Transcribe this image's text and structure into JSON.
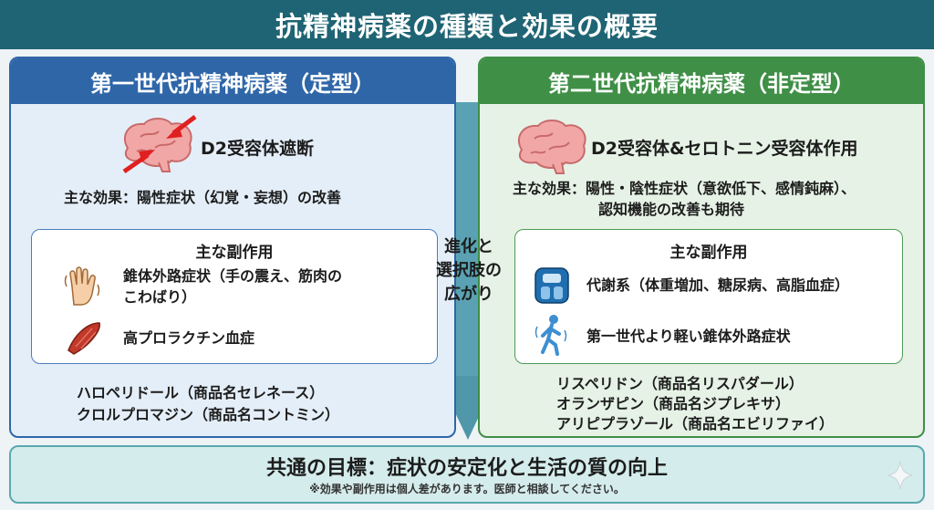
{
  "header": {
    "title": "抗精神病薬の種類と効果の概要"
  },
  "first_gen": {
    "title": "第一世代抗精神病薬（定型）",
    "mechanism": "D2受容体遮断",
    "main_effect": "主な効果：陽性症状（幻覚・妄想）の改善",
    "side_effects_title": "主な副作用",
    "side_effects": [
      "錐体外路症状（手の震え、筋肉の",
      "こわばり）",
      "高プロラクチン血症"
    ],
    "drugs": [
      "ハロペリドール（商品名セレネース）",
      "クロルプロマジン（商品名コントミン）"
    ]
  },
  "second_gen": {
    "title": "第二世代抗精神病薬（非定型）",
    "mechanism": "D2受容体&セロトニン受容体作用",
    "main_effect": [
      "主な効果：陽性・陰性症状（意欲低下、感情鈍麻）、",
      "認知機能の改善も期待"
    ],
    "side_effects_title": "主な副作用",
    "side_effects": [
      "代謝系（体重増加、糖尿病、高脂血症）",
      "第一世代より軽い錐体外路症状"
    ],
    "drugs": [
      "リスペリドン（商品名リスパダール）",
      "オランザピン（商品名ジプレキサ）",
      "アリピプラゾール（商品名エビリファイ）"
    ]
  },
  "center_arrow": {
    "label": [
      "進化と",
      "選択肢の",
      "広がり"
    ]
  },
  "goal": {
    "title": "共通の目標：症状の安定化と生活の質の向上",
    "note": "※効果や副作用は個人差があります。医師と相談してください。"
  },
  "icons": [
    "brain-icon",
    "red-arrow-icon",
    "trembling-hand-icon",
    "muscle-icon",
    "scale-icon",
    "walking-person-icon",
    "sparkle-icon"
  ],
  "colors": {
    "header": "#1f6474",
    "first_gen": "#2f66a8",
    "second_gen": "#3f8f46",
    "arrow": "#4f97a9",
    "goal_border": "#5aa8ae"
  }
}
